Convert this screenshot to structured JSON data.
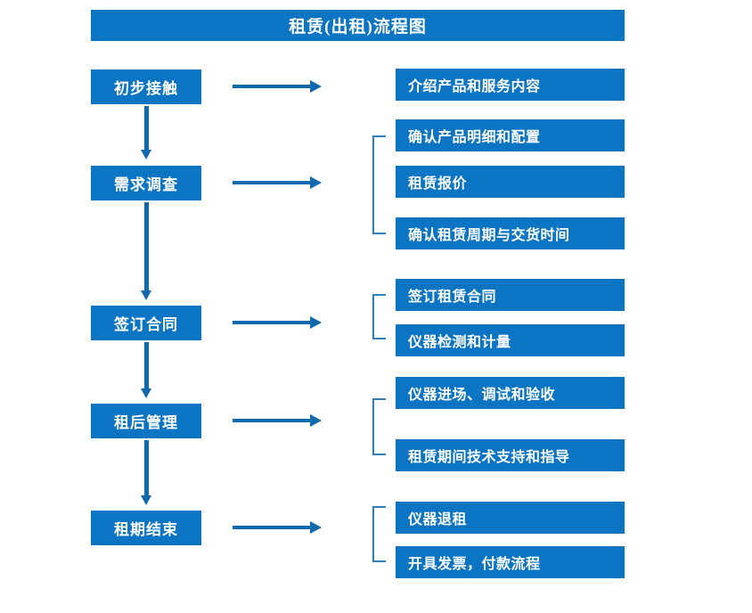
{
  "title": "租赁(出租)流程图",
  "colors": {
    "box_fill": "#0b75c4",
    "box_text": "#ffffff",
    "arrow": "#1068ad",
    "bracket": "#2f7fc0",
    "background": "#ffffff"
  },
  "stages": [
    {
      "label": "初步接触"
    },
    {
      "label": "需求调查"
    },
    {
      "label": "签订合同"
    },
    {
      "label": "租后管理"
    },
    {
      "label": "租期结束"
    }
  ],
  "details": [
    {
      "label": "介绍产品和服务内容"
    },
    {
      "label": "确认产品明细和配置"
    },
    {
      "label": "租赁报价"
    },
    {
      "label": "确认租赁周期与交货时间"
    },
    {
      "label": "签订租赁合同"
    },
    {
      "label": "仪器检测和计量"
    },
    {
      "label": "仪器进场、调试和验收"
    },
    {
      "label": "租赁期间技术支持和指导"
    },
    {
      "label": "仪器退租"
    },
    {
      "label": "开具发票，付款流程"
    }
  ],
  "flow_arrows": {
    "horizontal_count": 5,
    "vertical_count": 4
  },
  "brackets": [
    {
      "groups_details": [
        "确认产品明细和配置",
        "租赁报价",
        "确认租赁周期与交货时间"
      ]
    },
    {
      "groups_details": [
        "签订租赁合同",
        "仪器检测和计量"
      ]
    },
    {
      "groups_details": [
        "仪器进场、调试和验收",
        "租赁期间技术支持和指导"
      ]
    },
    {
      "groups_details": [
        "仪器退租",
        "开具发票，付款流程"
      ]
    }
  ]
}
